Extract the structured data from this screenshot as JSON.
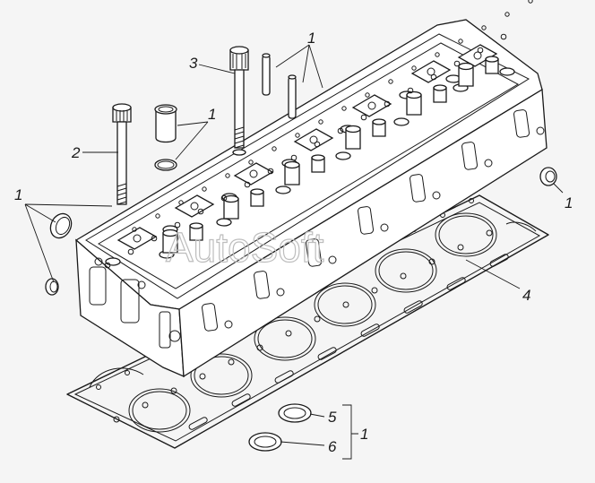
{
  "watermark": "AutoSoft",
  "callouts": [
    {
      "id": "c1-top",
      "label": "1"
    },
    {
      "id": "c3",
      "label": "3"
    },
    {
      "id": "c1-sleeve",
      "label": "1"
    },
    {
      "id": "c2",
      "label": "2"
    },
    {
      "id": "c1-left",
      "label": "1"
    },
    {
      "id": "c1-right",
      "label": "1"
    },
    {
      "id": "c4",
      "label": "4"
    },
    {
      "id": "c5",
      "label": "5"
    },
    {
      "id": "c6",
      "label": "6"
    },
    {
      "id": "c1-bracket",
      "label": "1"
    }
  ],
  "colors": {
    "line": "#1a1a1a",
    "background": "#f5f5f5",
    "watermark": "#bdbdbd"
  }
}
